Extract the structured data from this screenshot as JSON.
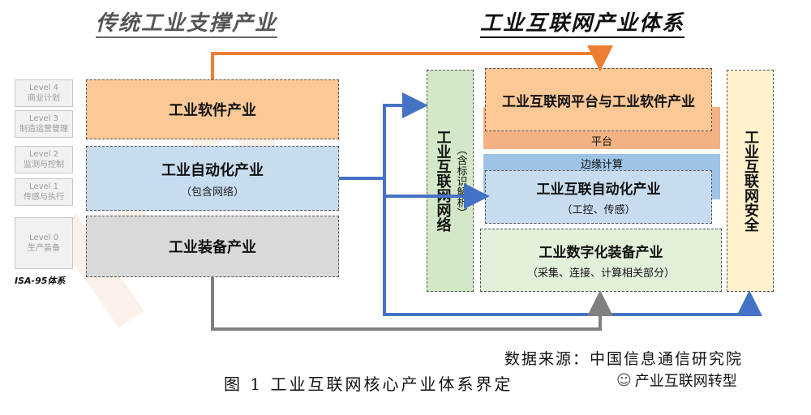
{
  "titles": {
    "left": "传统工业支撑产业",
    "right": "工业互联网产业体系"
  },
  "levels": [
    {
      "name": "Level 4",
      "desc": "商业计划"
    },
    {
      "name": "Level 3",
      "desc": "制造运营管理"
    },
    {
      "name": "Level 2",
      "desc": "监测与控制"
    },
    {
      "name": "Level 1",
      "desc": "传感与执行"
    },
    {
      "name": "Level 0",
      "desc": "生产装备"
    }
  ],
  "isa_label": "ISA-95体系",
  "left_bands": {
    "software": {
      "label": "工业软件产业",
      "color": "#fbc896"
    },
    "automation": {
      "label": "工业自动化产业",
      "sub": "（包含网络）",
      "color": "#c7dcef"
    },
    "equipment": {
      "label": "工业装备产业",
      "color": "#d9d9d9"
    }
  },
  "network": {
    "label": "工业互联网网络",
    "sub": "（含标识解析）",
    "color": "#d3e8c8"
  },
  "platform": {
    "label": "工业互联网平台与工业软件产业",
    "bar": "平台",
    "color": "#fbc896",
    "bar_color": "#f4b183"
  },
  "edge": {
    "bar": "边缘计算",
    "label": "工业互联自动化产业",
    "sub": "（工控、传感）",
    "color": "#c7dcef",
    "bar_color": "#9dc3e6"
  },
  "digital_equipment": {
    "label": "工业数字化装备产业",
    "sub": "（采集、连接、计算相关部分）",
    "color": "#e2efd9"
  },
  "security": {
    "label": "工业互联网安全",
    "color": "#fff2cc"
  },
  "arrows": {
    "orange": "#ed7d31",
    "blue": "#4472c4",
    "gray": "#7f7f7f"
  },
  "source": "数据来源：中国信息通信研究院",
  "caption": "图 1 工业互联网核心产业体系界定",
  "wechat": "产业互联网转型"
}
